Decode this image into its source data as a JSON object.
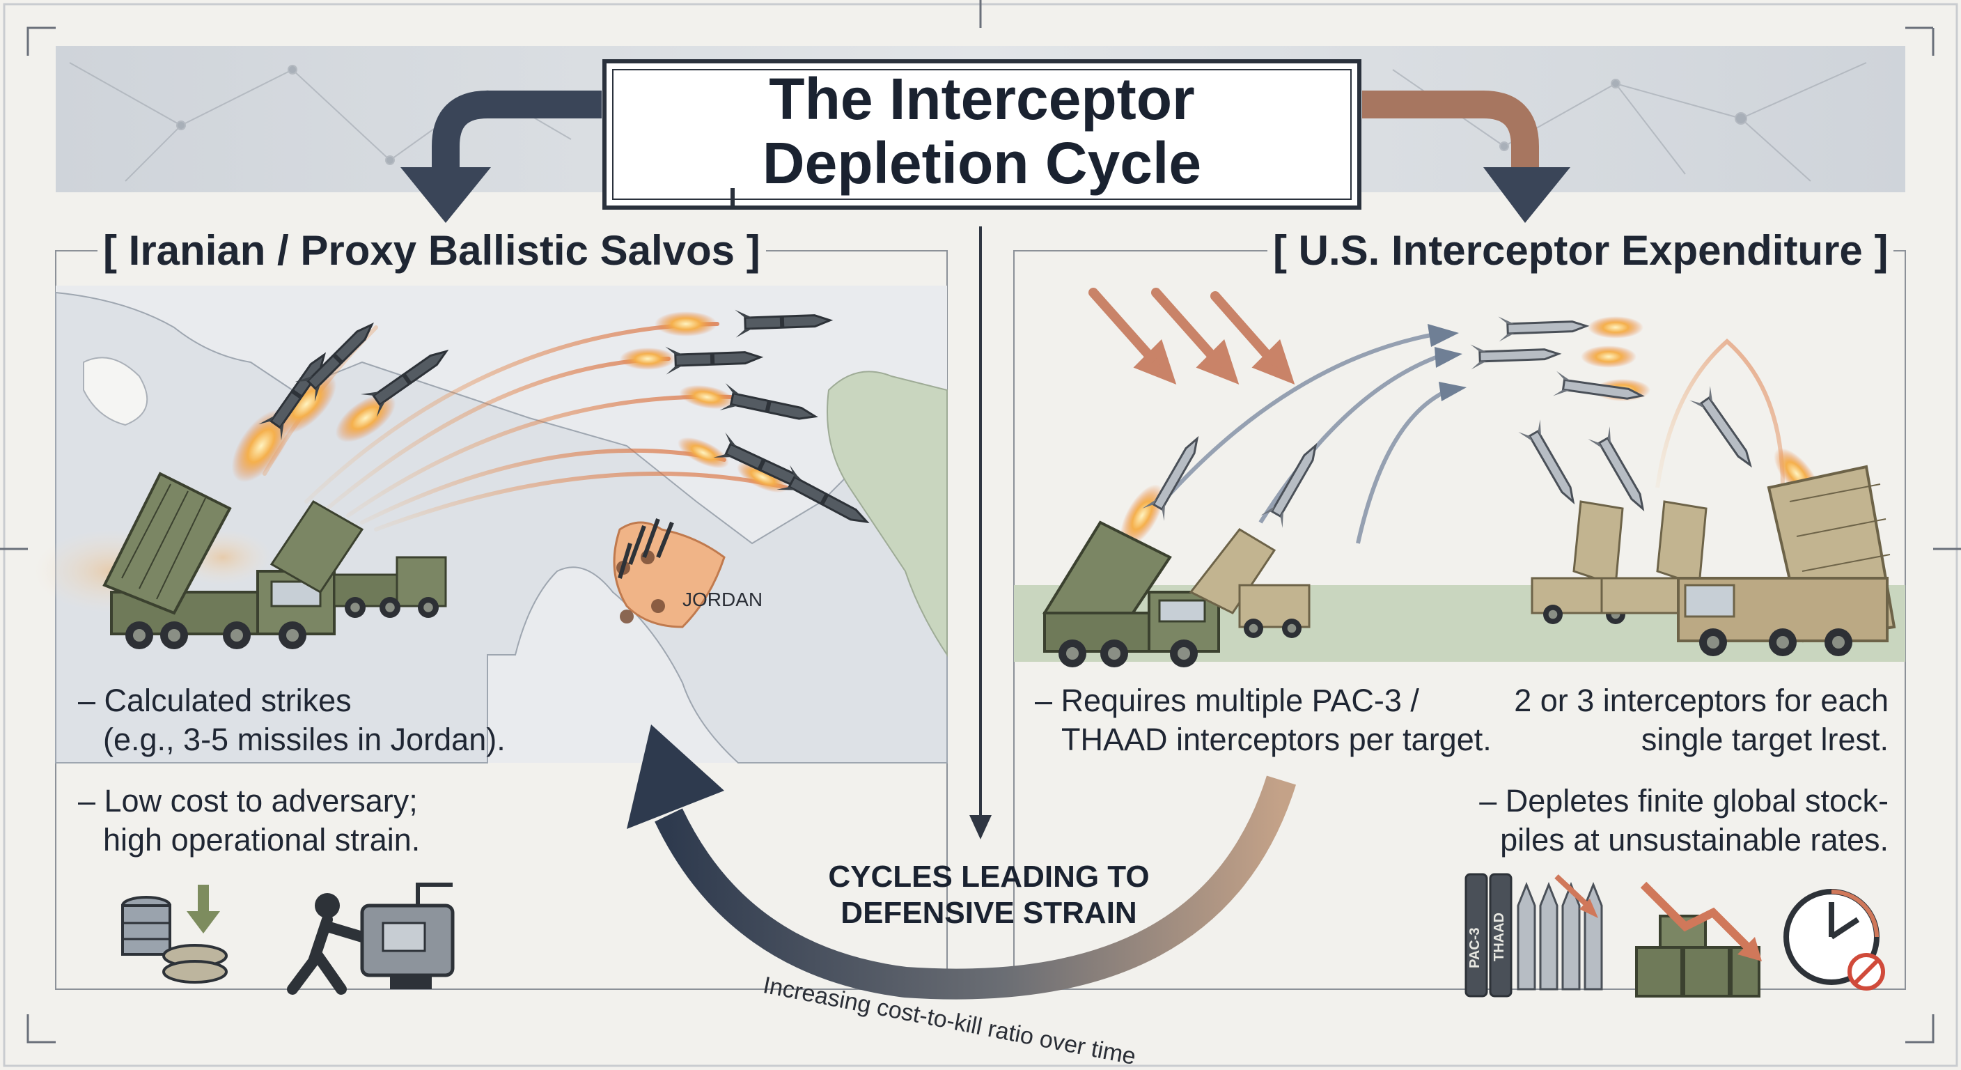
{
  "title": {
    "line1": "The Interceptor",
    "line2": "Depletion Cycle"
  },
  "left_panel": {
    "heading": "[ Iranian / Proxy Ballistic Salvos ]",
    "map_label": "JORDAN",
    "bullets": [
      {
        "line1": "– Calculated strikes",
        "line2": "(e.g., 3-5 missiles in Jordan)."
      },
      {
        "line1": "– Low cost to adversary;",
        "line2": "high operational strain."
      }
    ],
    "icons": [
      "coin-stack-icon",
      "down-arrow-icon",
      "strained-operator-icon"
    ]
  },
  "right_panel": {
    "heading": "[ U.S. Interceptor Expenditure ]",
    "bullets": [
      {
        "line1": "– Requires multiple PAC-3 /",
        "line2": "THAAD interceptors per target."
      },
      {
        "line1": "2 or 3 interceptors for each",
        "line2": "single target lrest."
      },
      {
        "line1": "– Depletes finite global stock-",
        "line2": "piles at unsustainable rates."
      }
    ],
    "icon_labels": {
      "pac3": "PAC-3",
      "thaad": "THAAD"
    },
    "icons": [
      "interceptor-canisters-icon",
      "ammo-crates-icon",
      "declining-arrow-icon",
      "clock-icon",
      "prohibited-icon"
    ]
  },
  "cycle": {
    "line1": "CYCLES LEADING TO",
    "line2": "DEFENSIVE STRAIN",
    "caption": "Increasing cost-to-kill ratio over time"
  },
  "colors": {
    "background": "#f2f1ed",
    "banner": "#d6dade",
    "arrow_dark": "#3a4558",
    "arrow_copper": "#a77660",
    "jordan_fill": "#f0b487",
    "land": "#e3e6ea",
    "green_land": "#c9d6bf",
    "vehicle_olive": "#6f7a59",
    "vehicle_tan": "#c2b490",
    "flame": "#f0a04a"
  }
}
